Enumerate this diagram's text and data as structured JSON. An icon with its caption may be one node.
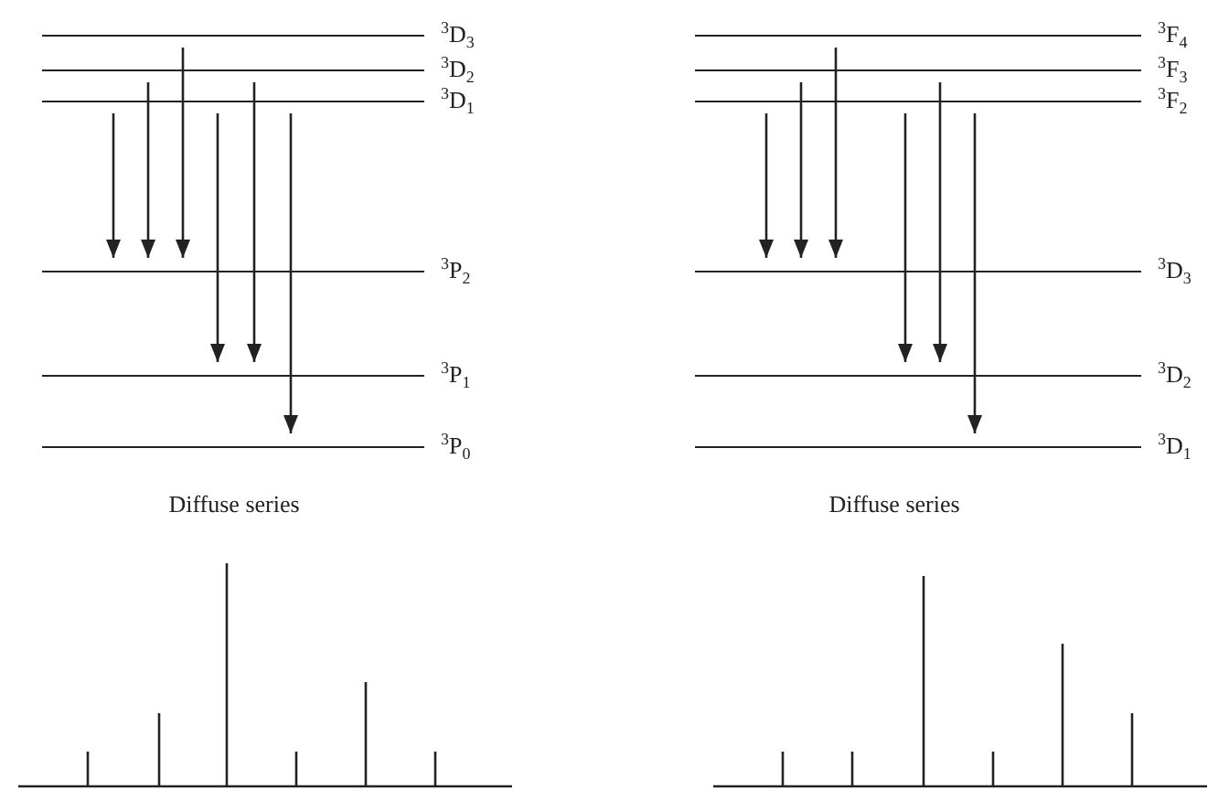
{
  "diagram": {
    "nodes": [
      {
        "text": [
          "$^{3}$D$_{3}$"
        ]
      },
      {
        "text": [
          "$^{3}$D$_{2}$"
        ]
      },
      {
        "text": [
          "$^{3}$D$_{1}$"
        ]
      },
      {
        "text": [
          "$^{3}$P$_{2}$"
        ]
      },
      {
        "text": [
          "$^{3}$P$_{1}$"
        ]
      },
      {
        "text": [
          "$^{3}$P$_{0}$"
        ]
      },
      {
        "text": [
          "$^{3}$F$_{4}$"
        ]
      },
      {
        "text": [
          "$^{3}$F$_{3}$"
        ]
      },
      {
        "text": [
          "$^{3}$F$_{2}$"
        ]
      },
      {
        "text": [
          "$^{3}$D$_{3}$"
        ]
      },
      {
        "text": [
          "$^{3}$D$_{2}$"
        ]
      },
      {
        "text": [
          "$^{3}$D$_{1}$"
        ]
      }
    ],
    "edges": [
      {
        "from": 2,
        "to": 3,
        "arrow": "to"
      },
      {
        "from": 1,
        "to": 3,
        "arrow": "to"
      },
      {
        "from": 0,
        "to": 3,
        "arrow": "to"
      },
      {
        "from": 2,
        "to": 4,
        "arrow": "to"
      },
      {
        "from": 1,
        "to": 4,
        "arrow": "to"
      },
      {
        "from": 2,
        "to": 5,
        "arrow": "to"
      },
      {
        "from": 8,
        "to": 9,
        "arrow": "to"
      },
      {
        "from": 7,
        "to": 9,
        "arrow": "to"
      },
      {
        "from": 6,
        "to": 9,
        "arrow": "to"
      },
      {
        "from": 8,
        "to": 10,
        "arrow": "to"
      },
      {
        "from": 7,
        "to": 10,
        "arrow": "to"
      },
      {
        "from": 8,
        "to": 11,
        "arrow": "to"
      }
    ],
    "labels": [
      "Diffuse series",
      "Diffuse series"
    ]
  }
}
